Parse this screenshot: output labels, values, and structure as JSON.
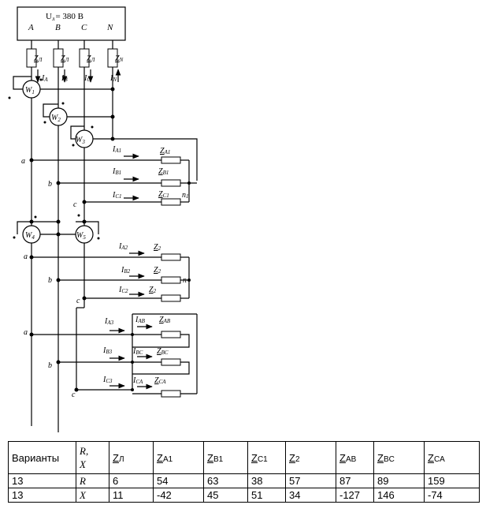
{
  "source": {
    "label": "U",
    "sub": "л",
    "value": "= 380 В"
  },
  "phases": [
    "A",
    "B",
    "C",
    "N"
  ],
  "line_impedances": [
    {
      "base": "Z",
      "sub": "Л"
    },
    {
      "base": "Z",
      "sub": "Л"
    },
    {
      "base": "Z",
      "sub": "Л"
    },
    {
      "base": "Z",
      "sub": "N"
    }
  ],
  "line_currents": [
    {
      "base": "I",
      "sub": "A"
    },
    {
      "base": "I",
      "sub": "B"
    },
    {
      "base": "I",
      "sub": "C"
    },
    {
      "base": "I",
      "sub": "N"
    }
  ],
  "wattmeters": [
    {
      "base": "W",
      "sub": "1"
    },
    {
      "base": "W",
      "sub": "2"
    },
    {
      "base": "W",
      "sub": "3"
    },
    {
      "base": "W",
      "sub": "4"
    },
    {
      "base": "W",
      "sub": "5"
    }
  ],
  "node_labels": {
    "a": "a",
    "b": "b",
    "c": "c",
    "n1": "n",
    "n1_sub": "1",
    "n2": "n"
  },
  "load1": {
    "currents": [
      {
        "base": "I",
        "sub": "A1"
      },
      {
        "base": "I",
        "sub": "B1"
      },
      {
        "base": "I",
        "sub": "C1"
      }
    ],
    "impedances": [
      {
        "base": "Z",
        "sub": "A1"
      },
      {
        "base": "Z",
        "sub": "B1"
      },
      {
        "base": "Z",
        "sub": "C1"
      }
    ]
  },
  "load2": {
    "currents": [
      {
        "base": "I",
        "sub": "A2"
      },
      {
        "base": "I",
        "sub": "B2"
      },
      {
        "base": "I",
        "sub": "C2"
      }
    ],
    "impedances": [
      {
        "base": "Z",
        "sub": "2"
      },
      {
        "base": "Z",
        "sub": "2"
      },
      {
        "base": "Z",
        "sub": "2"
      }
    ]
  },
  "load3": {
    "line_currents": [
      {
        "base": "I",
        "sub": "A3"
      },
      {
        "base": "I",
        "sub": "B3"
      },
      {
        "base": "I",
        "sub": "C3"
      }
    ],
    "phase_currents": [
      {
        "base": "I",
        "sub": "AB"
      },
      {
        "base": "I",
        "sub": "BC"
      },
      {
        "base": "I",
        "sub": "CA"
      }
    ],
    "impedances": [
      {
        "base": "Z",
        "sub": "AB"
      },
      {
        "base": "Z",
        "sub": "BC"
      },
      {
        "base": "Z",
        "sub": "CA"
      }
    ]
  },
  "table": {
    "headers": [
      {
        "text": "Варианты"
      },
      {
        "r": "R,",
        "x": "X"
      },
      {
        "base": "Z",
        "sub": "Л"
      },
      {
        "base": "Z",
        "sub": "A1"
      },
      {
        "base": "Z",
        "sub": "B1"
      },
      {
        "base": "Z",
        "sub": "C1"
      },
      {
        "base": "Z",
        "sub": "2"
      },
      {
        "base": "Z",
        "sub": "AB"
      },
      {
        "base": "Z",
        "sub": "BC"
      },
      {
        "base": "Z",
        "sub": "CA"
      }
    ],
    "rows": [
      [
        "13",
        "R",
        "6",
        "54",
        "63",
        "38",
        "57",
        "87",
        "89",
        "159"
      ],
      [
        "13",
        "X",
        "11",
        "-42",
        "45",
        "51",
        "34",
        "-127",
        "146",
        "-74"
      ]
    ]
  }
}
